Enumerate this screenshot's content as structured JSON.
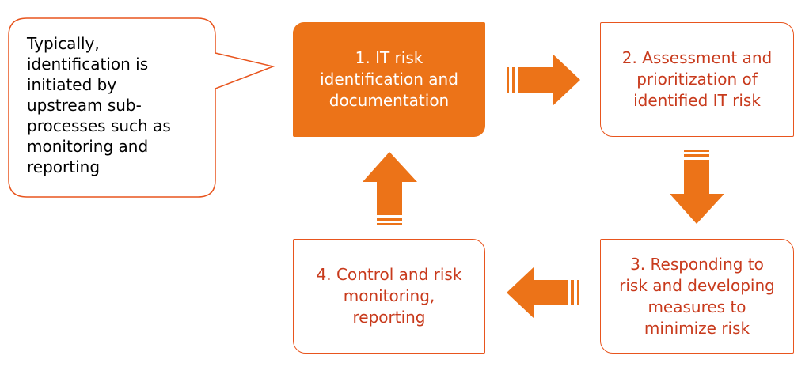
{
  "callout": {
    "text": "Typically,\nidentification is\ninitiated by\nupstream sub-\nprocesses such as\nmonitoring and\nreporting"
  },
  "steps": [
    {
      "label": "1. IT risk\nidentification and\ndocumentation"
    },
    {
      "label": "2. Assessment and\nprioritization of\nidentified IT risk"
    },
    {
      "label": "3. Responding to\nrisk and developing\nmeasures to\nminimize risk"
    },
    {
      "label": "4. Control and risk\nmonitoring,\nreporting"
    }
  ],
  "colors": {
    "accent": "#ec7318",
    "border": "#e8551e",
    "outline_text": "#c83a1c"
  }
}
